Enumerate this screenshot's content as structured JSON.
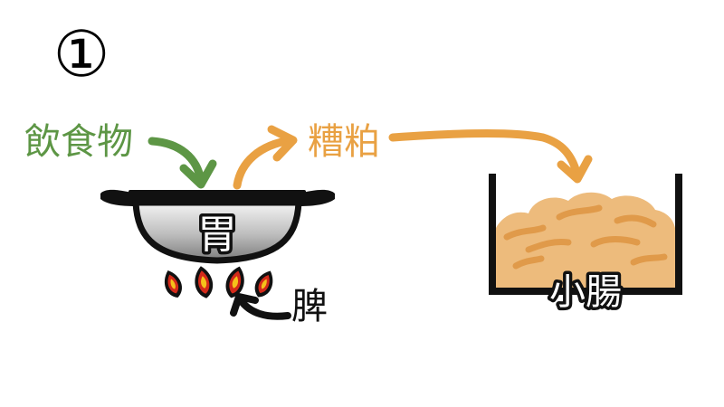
{
  "step_marker": "①",
  "labels": {
    "food": "飲食物",
    "stomach": "胃",
    "chyme": "糟粕",
    "spleen": "脾",
    "small_intestine": "小腸"
  },
  "icons": {
    "pot": "cooking-pot-icon",
    "fire": "fire-icon",
    "container": "container-icon"
  },
  "colors": {
    "food_green": "#5d9645",
    "chyme_orange": "#e9a143",
    "chyme_fill": "#edbb7c",
    "flame_red": "#d42a1a",
    "flame_yellow": "#f5c21a",
    "outline": "#111111"
  }
}
